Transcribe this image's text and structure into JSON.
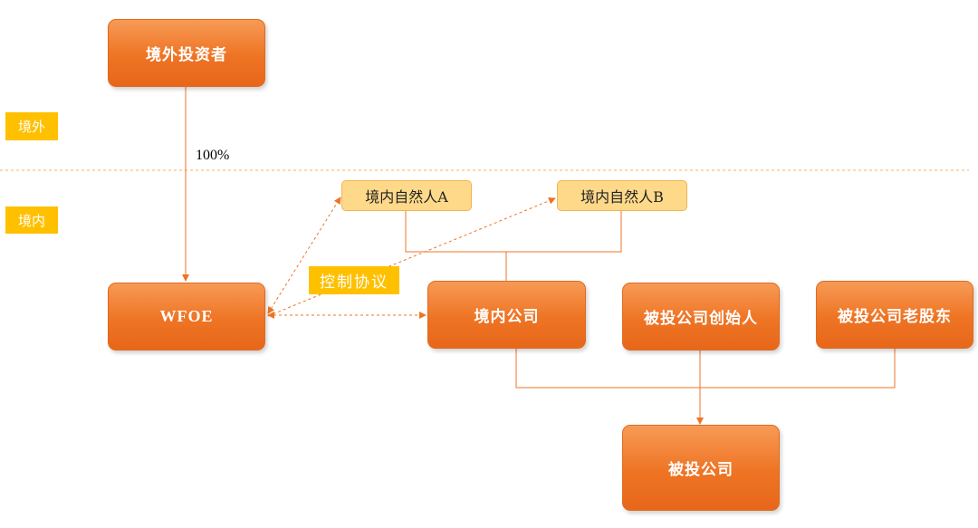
{
  "regions": {
    "offshore": "境外",
    "onshore": "境内"
  },
  "nodes": {
    "foreign_investor": "境外投资者",
    "wfoe": "WFOE",
    "domestic_company": "境内公司",
    "target_founder": "被投公司创始人",
    "target_old_shareholders": "被投公司老股东",
    "target_company": "被投公司",
    "person_a": "境内自然人A",
    "person_b": "境内自然人B"
  },
  "labels": {
    "ownership": "100%",
    "control_agreement": "控制协议"
  },
  "colors": {
    "node_fill": "#ee7424",
    "small_node_fill": "#ffd98a",
    "tag_fill": "#ffc000",
    "line": "#ee7424",
    "divider": "#f5b26b"
  }
}
